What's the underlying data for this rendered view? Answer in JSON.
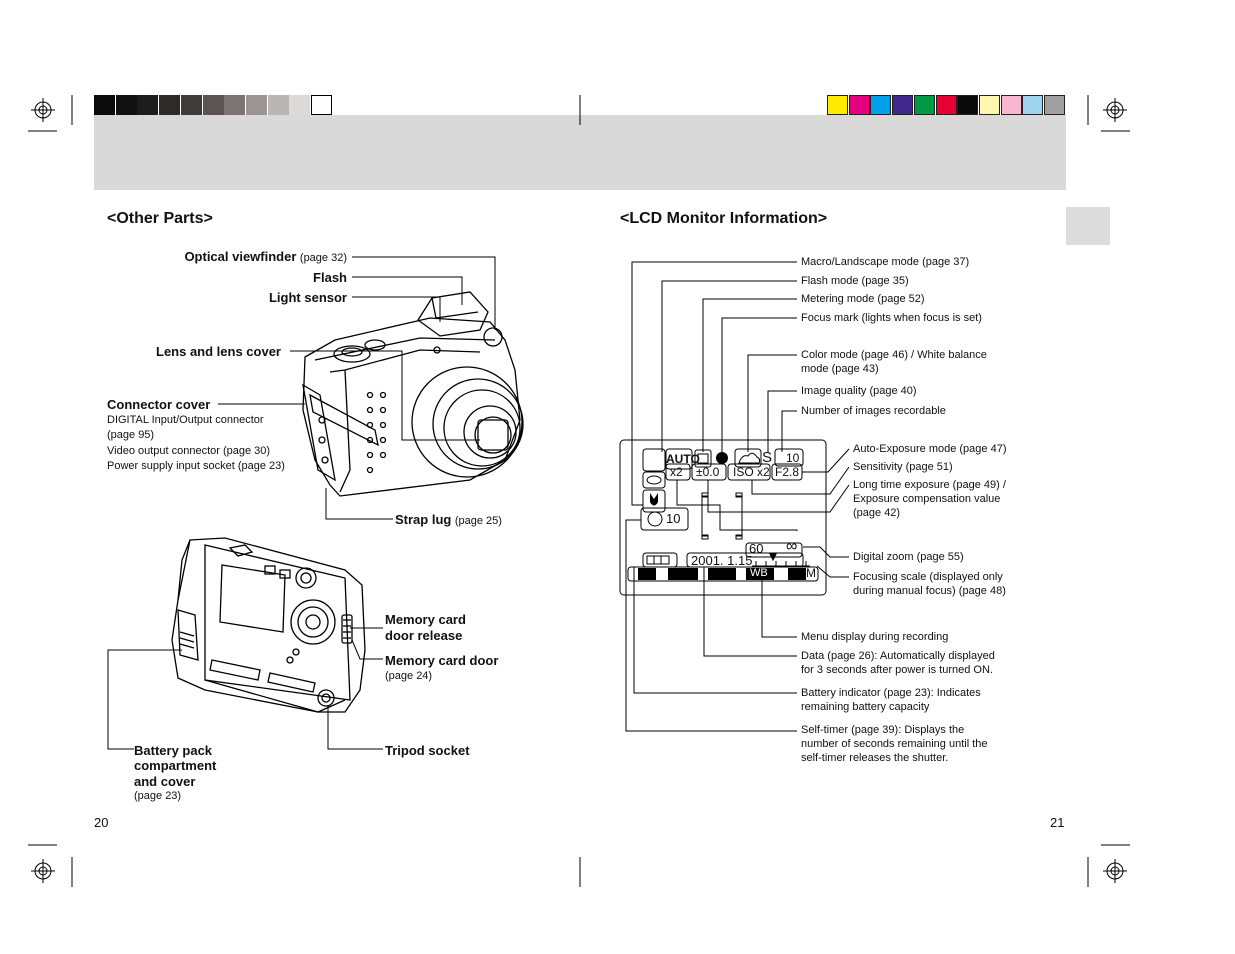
{
  "color_bars": {
    "gray_steps": [
      "#0b0b0b",
      "#111111",
      "#1c1c1c",
      "#2e2a2a",
      "#403a3a",
      "#5a5454",
      "#7a7474",
      "#9a9494",
      "#bbb6b6",
      "#dcd9d9",
      "#ffffff"
    ],
    "color_steps": [
      "#ffec00",
      "#e5007e",
      "#00a0e9",
      "#3f2a8c",
      "#009944",
      "#e60033",
      "#0a0a0a",
      "#fff7b0",
      "#f8b6cf",
      "#9fd4f0",
      "#a0a0a0"
    ]
  },
  "left": {
    "heading": "<Other Parts>",
    "labels": {
      "optical_viewfinder": "Optical viewfinder",
      "optical_viewfinder_page": "(page 32)",
      "flash": "Flash",
      "light_sensor": "Light sensor",
      "lens_cover": "Lens and lens cover",
      "connector_cover": "Connector cover",
      "connector_line1": "DIGITAL Input/Output connector",
      "connector_line2": "(page 95)",
      "connector_line3": "Video output connector (page 30)",
      "connector_line4": "Power supply input socket (page 23)",
      "strap_lug": "Strap lug",
      "strap_lug_page": "(page 25)",
      "memory_card_release_1": "Memory card",
      "memory_card_release_2": "door release",
      "memory_card_door": "Memory card door",
      "memory_card_door_page": "(page 24)",
      "battery_1": "Battery pack",
      "battery_2": "compartment",
      "battery_3": "and cover",
      "battery_page": "(page 23)",
      "tripod": "Tripod socket"
    },
    "page_number": "20"
  },
  "right": {
    "heading": "<LCD Monitor Information>",
    "labels": {
      "macro": "Macro/Landscape mode (page 37)",
      "flash_mode": "Flash mode (page 35)",
      "metering": "Metering mode (page 52)",
      "focus_mark": "Focus mark (lights when focus is set)",
      "color_mode_1": "Color mode (page 46) / White balance",
      "color_mode_2": "mode (page 43)",
      "image_quality": "Image quality (page 40)",
      "num_images": "Number of images recordable",
      "auto_exposure": "Auto-Exposure mode (page 47)",
      "sensitivity": "Sensitivity (page 51)",
      "long_exposure_1": "Long time exposure (page 49) /",
      "long_exposure_2": "Exposure compensation value",
      "long_exposure_3": "(page 42)",
      "digital_zoom": "Digital zoom (page 55)",
      "focus_scale_1": "Focusing scale (displayed only",
      "focus_scale_2": "during manual focus) (page 48)",
      "menu_display": "Menu display during recording",
      "data_1": "Data (page 26): Automatically displayed",
      "data_2": "for 3 seconds after power is turned ON.",
      "battery_1": "Battery indicator (page 23): Indicates",
      "battery_2": "remaining battery capacity",
      "selftimer_1": "Self-timer (page 39): Displays the",
      "selftimer_2": "number of seconds remaining until the",
      "selftimer_3": "self-timer releases the shutter."
    },
    "lcd": {
      "auto": "AUTO",
      "quality": "S",
      "count": "10",
      "zoom": "x2",
      "ev": "±0.0",
      "iso": "ISO x2",
      "fnum": "F2.8",
      "timer": "10",
      "date": "2001. 1.15",
      "shutter": "60",
      "infinity": "∞",
      "wb": "WB",
      "mode": "M"
    },
    "page_number": "21"
  }
}
